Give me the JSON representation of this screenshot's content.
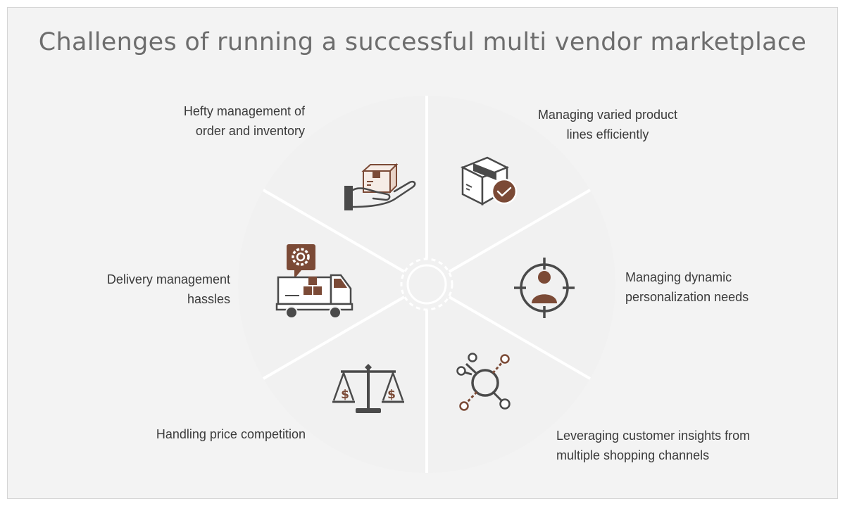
{
  "title": "Challenges of running a successful multi vendor marketplace",
  "colors": {
    "background": "#ffffff",
    "frame_fill": "#f3f3f3",
    "wheel_fill": "#f1f1f1",
    "divider": "#ffffff",
    "icon_dark": "#4a4a4a",
    "icon_accent": "#7b4a36"
  },
  "segments": [
    {
      "id": "order-inventory",
      "icon": "hand-holding-box-icon",
      "lines": [
        "Hefty management of",
        "order and inventory"
      ]
    },
    {
      "id": "product-lines",
      "icon": "box-check-icon",
      "lines": [
        "Managing varied product",
        "lines efficiently"
      ]
    },
    {
      "id": "personalization",
      "icon": "target-person-icon",
      "lines": [
        "Managing dynamic",
        "personalization needs"
      ]
    },
    {
      "id": "customer-insights",
      "icon": "network-nodes-icon",
      "lines": [
        "Leveraging customer insights from",
        "multiple shopping channels"
      ]
    },
    {
      "id": "price-competition",
      "icon": "balance-scale-dollar-icon",
      "lines": [
        "Handling price competition"
      ]
    },
    {
      "id": "delivery",
      "icon": "delivery-truck-gear-icon",
      "lines": [
        "Delivery management",
        "hassles"
      ]
    }
  ]
}
